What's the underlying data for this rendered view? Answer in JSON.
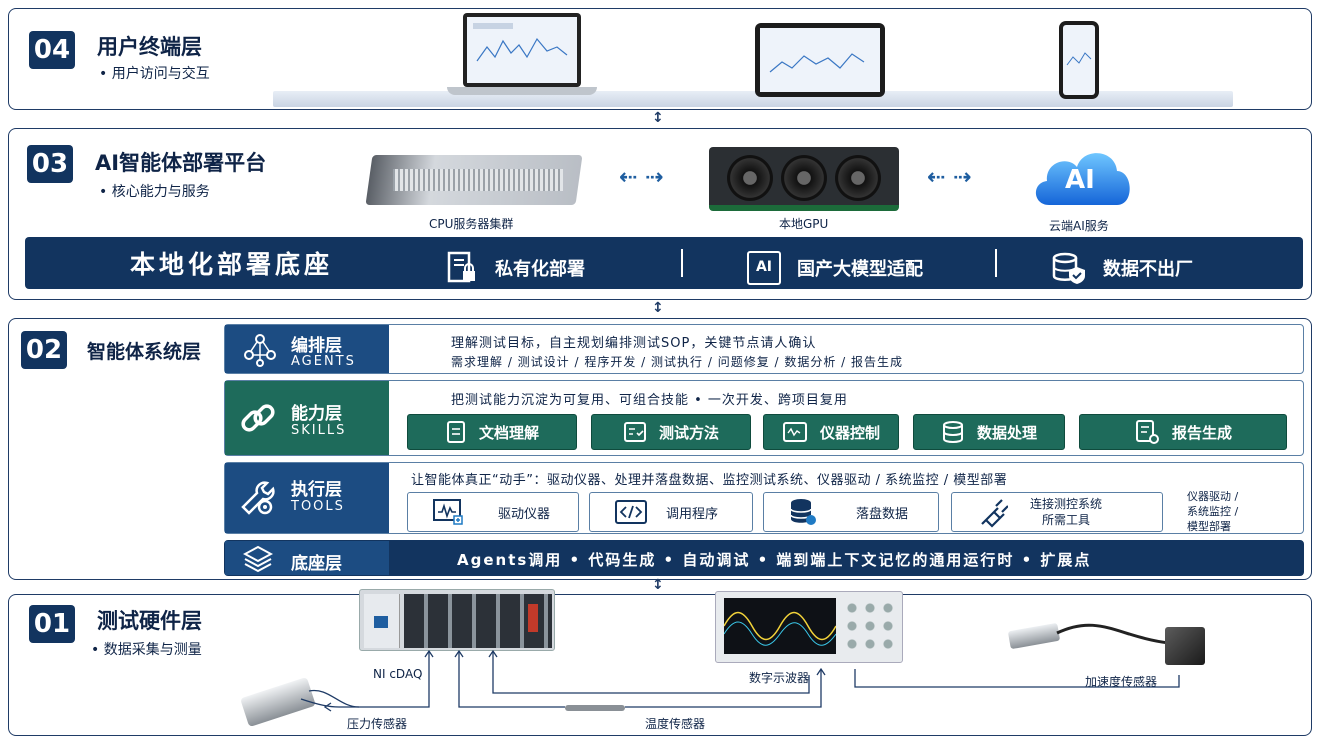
{
  "layer04": {
    "num": "04",
    "title": "用户终端层",
    "sub": "• 用户访问与交互"
  },
  "layer03": {
    "num": "03",
    "title": "AI智能体部署平台",
    "sub": "• 核心能力与服务",
    "devices": {
      "cpu": "CPU服务器集群",
      "gpu": "本地GPU",
      "cloud": "云端AI服务",
      "cloud_text": "AI"
    },
    "bar": {
      "title": "本地化部署底座",
      "items": [
        "私有化部署",
        "国产大模型适配",
        "数据不出厂"
      ],
      "chip_text": "AI"
    }
  },
  "layer02": {
    "num": "02",
    "title": "智能体系统层",
    "agents": {
      "name": "编排层",
      "en": "AGENTS",
      "line1": "理解测试目标，自主规划编排测试SOP，关键节点请人确认",
      "line2": "需求理解 / 测试设计 / 程序开发 / 测试执行 / 问题修复 / 数据分析 / 报告生成"
    },
    "skills": {
      "name": "能力层",
      "en": "SKILLS",
      "line1": "把测试能力沉淀为可复用、可组合技能  •  一次开发、跨项目复用",
      "items": [
        "文档理解",
        "测试方法",
        "仪器控制",
        "数据处理",
        "报告生成"
      ]
    },
    "tools": {
      "name": "执行层",
      "en": "TOOLS",
      "line1": "让智能体真正“动手”：驱动仪器、处理并落盘数据、监控测试系统、仪器驱动 / 系统监控 / 模型部署",
      "items": [
        "驱动仪器",
        "调用程序",
        "落盘数据"
      ],
      "item4a": "连接测控系统",
      "item4b": "所需工具",
      "side": [
        "仪器驱动 /",
        "系统监控 /",
        "模型部署"
      ]
    },
    "base": {
      "name": "底座层",
      "line1": "Agents调用 • 代码生成 • 自动调试 • 端到端上下文记忆的通用运行时 • 扩展点"
    }
  },
  "layer01": {
    "num": "01",
    "title": "测试硬件层",
    "sub": "• 数据采集与测量",
    "labels": {
      "daq": "NI cDAQ",
      "scope": "数字示波器",
      "accel": "加速度传感器",
      "pressure": "压力传感器",
      "temp": "温度传感器"
    }
  },
  "colors": {
    "navy": "#12345f",
    "green": "#1e6b5b",
    "blue": "#1f5ea0"
  }
}
